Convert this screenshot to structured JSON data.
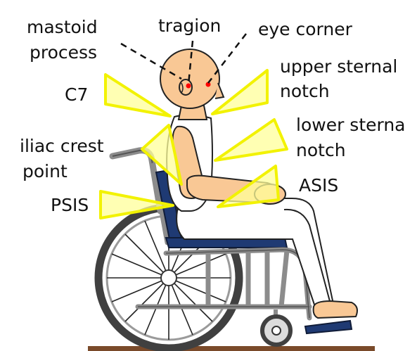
{
  "labels": {
    "mastoid_line1": "mastoid",
    "mastoid_line2": "process",
    "tragion": "tragion",
    "eye_corner": "eye corner",
    "upper_sternal_line1": "upper sternal",
    "upper_sternal_line2": "notch",
    "c7": "C7",
    "lower_sternal_line1": "lower sterna",
    "lower_sternal_line2": "notch",
    "iliac_line1": "iliac crest",
    "iliac_line2": "point",
    "asis": "ASIS",
    "psis": "PSIS"
  },
  "colors": {
    "skin": "#F9C895",
    "clothing": "#FFFFFF",
    "seat": "#1F3A73",
    "frame": "#8C8C8C",
    "tire": "#404040",
    "marker_fill": "#FFFF99",
    "marker_stroke": "#F2F200",
    "landmark_dot": "#FF0000",
    "floor": "#7A4A2A"
  }
}
